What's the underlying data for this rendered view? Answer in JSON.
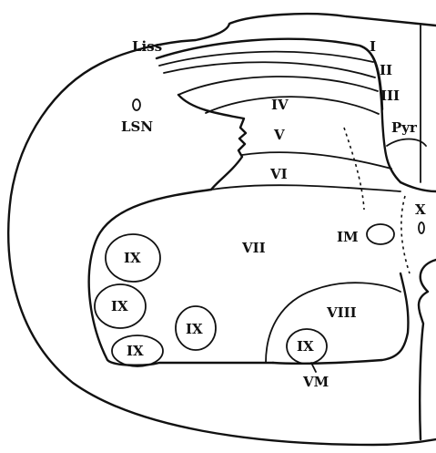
{
  "labels": {
    "liss": "Liss",
    "lsn": "LSN",
    "lamina_i": "I",
    "lamina_ii": "II",
    "lamina_iii": "III",
    "lamina_iv": "IV",
    "lamina_v": "V",
    "lamina_vi": "VI",
    "lamina_vii": "VII",
    "lamina_viii": "VIII",
    "lamina_x": "X",
    "pyr": "Pyr",
    "im": "IM",
    "vm": "VM",
    "ix_1": "IX",
    "ix_2": "IX",
    "ix_3": "IX",
    "ix_4": "IX",
    "ix_5": "IX"
  },
  "colors": {
    "ink": "#111111",
    "background": "#ffffff"
  }
}
